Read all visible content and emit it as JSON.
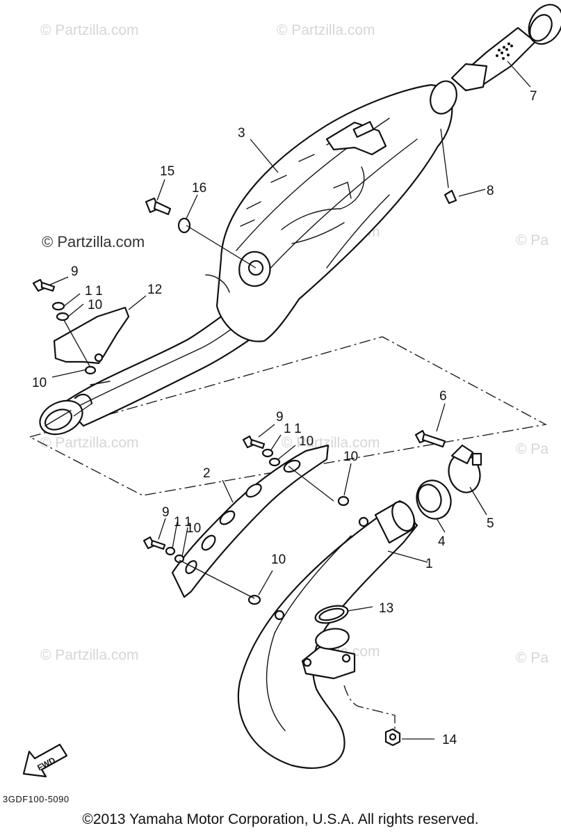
{
  "watermark": "© Partzilla.com",
  "watermark_partial": "© Pa",
  "callouts": {
    "c1": "1",
    "c2": "2",
    "c3": "3",
    "c4": "4",
    "c5": "5",
    "c6": "6",
    "c7": "7",
    "c8": "8",
    "c9a": "9",
    "c9b": "9",
    "c9c": "9",
    "c10a": "10",
    "c10b": "10",
    "c10c": "10",
    "c10d": "10",
    "c10e": "10",
    "c10f": "10",
    "c11a": "11",
    "c11b": "11",
    "c11c": "11",
    "c12": "12",
    "c13": "13",
    "c14": "14",
    "c15": "15",
    "c16": "16"
  },
  "fwd_label": "FWD",
  "diagram_code": "3GDF100-5090",
  "copyright": "©2013  Yamaha Motor Corporation, U.S.A. All rights reserved."
}
